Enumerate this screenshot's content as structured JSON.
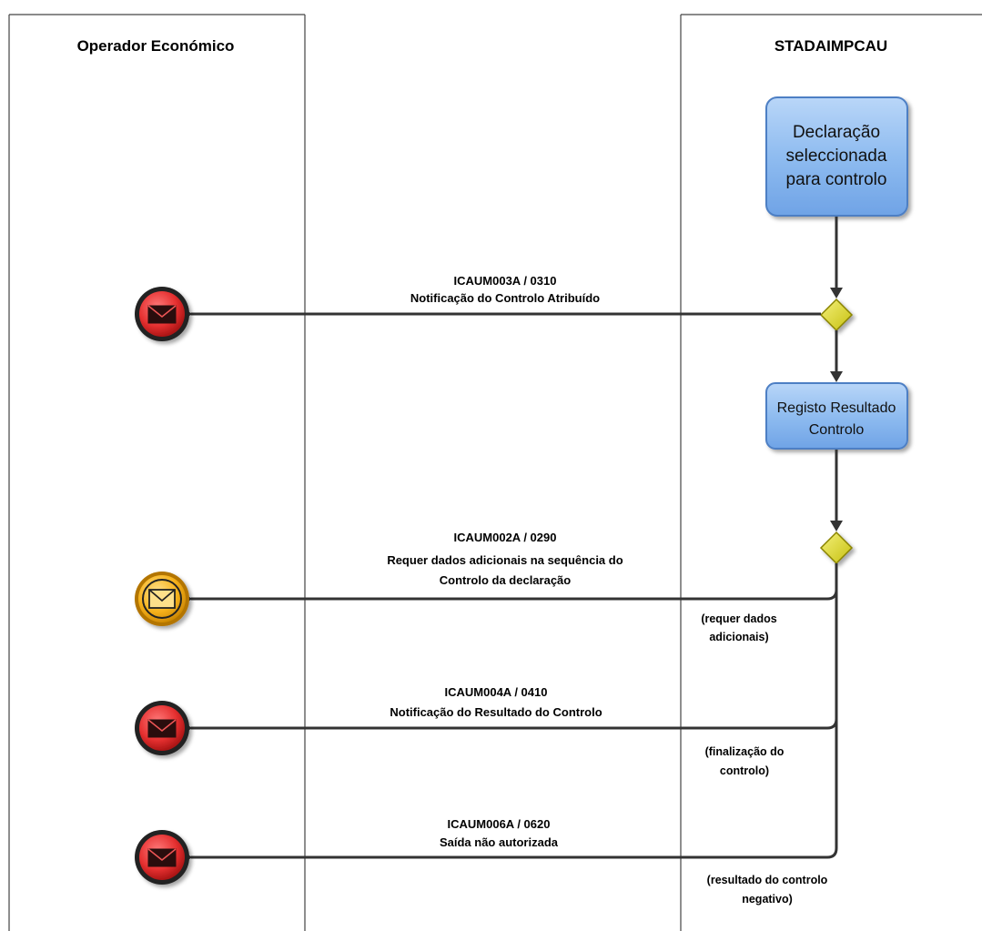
{
  "lanes": {
    "left": "Operador Económico",
    "right": "STADAIMPCAU"
  },
  "tasks": [
    {
      "lines": [
        "Declaração",
        "seleccionada",
        "para controlo"
      ]
    },
    {
      "lines": [
        "Registo Resultado",
        "Controlo"
      ]
    }
  ],
  "messages": [
    {
      "code": "ICAUM003A / 0310",
      "lines": [
        "Notificação do Controlo Atribuído"
      ],
      "event_type": "red-message-event",
      "condition": []
    },
    {
      "code": "ICAUM002A / 0290",
      "lines": [
        "Requer dados adicionais na sequência do",
        "Controlo da declaração"
      ],
      "event_type": "orange-message-event",
      "condition": [
        "(requer dados",
        "adicionais)"
      ]
    },
    {
      "code": "ICAUM004A / 0410",
      "lines": [
        "Notificação do Resultado do Controlo"
      ],
      "event_type": "red-message-event",
      "condition": [
        "(finalização do",
        "controlo)"
      ]
    },
    {
      "code": "ICAUM006A / 0620",
      "lines": [
        "Saída não autorizada"
      ],
      "event_type": "red-message-event",
      "condition": [
        "(resultado do controlo",
        "negativo)"
      ]
    }
  ],
  "colors": {
    "task_fill": "#8fbcf0",
    "gateway_fill": "#e6e03a",
    "event_red": "#e53030",
    "event_orange": "#f6b21c"
  }
}
